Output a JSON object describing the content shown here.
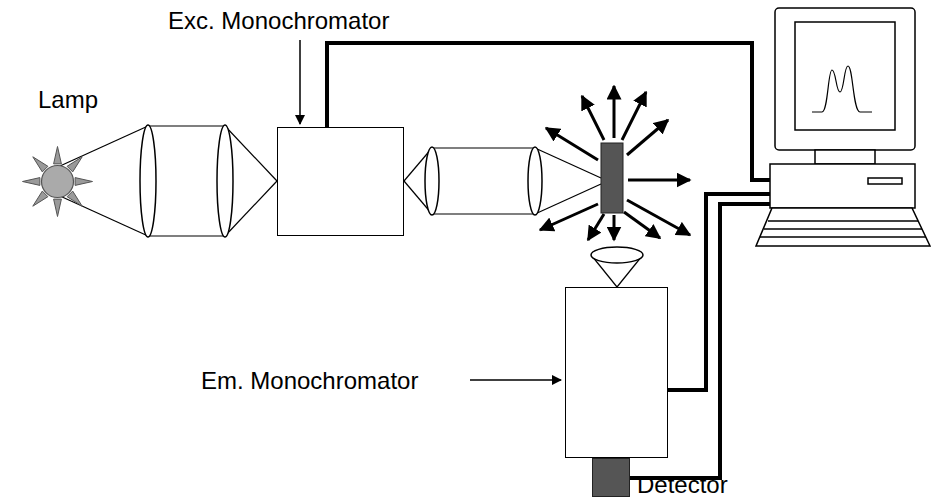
{
  "diagram": {
    "nodes": [
      {
        "text": [
          "Lamp"
        ]
      },
      {
        "text": [
          "Exc. Monochromator"
        ]
      },
      {
        "text": [
          "Em. Monochromator"
        ]
      },
      {
        "text": [
          "Detector"
        ]
      }
    ]
  }
}
